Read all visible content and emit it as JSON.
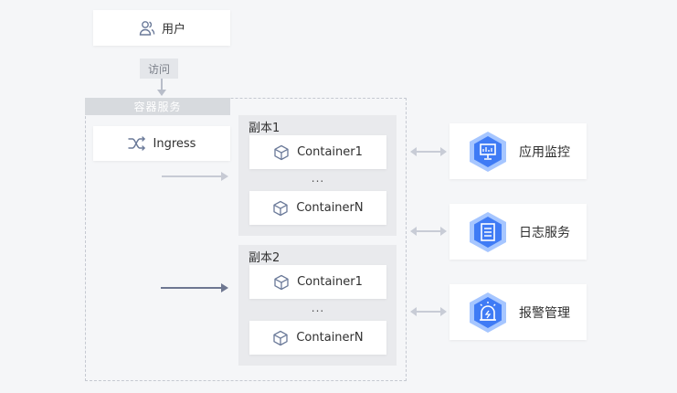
{
  "user": {
    "label": "用户",
    "icon": "users-icon"
  },
  "edge_visit": {
    "label": "访问"
  },
  "service": {
    "title": "容器服务",
    "ingress": {
      "label": "Ingress",
      "icon": "shuffle-icon"
    },
    "replicas": [
      {
        "label": "副本1",
        "containers": [
          "Container1",
          "ContainerN"
        ],
        "ellipsis": "..."
      },
      {
        "label": "副本2",
        "containers": [
          "Container1",
          "ContainerN"
        ],
        "ellipsis": "..."
      }
    ]
  },
  "services_right": [
    {
      "label": "应用监控",
      "icon": "monitor-icon"
    },
    {
      "label": "日志服务",
      "icon": "log-list-icon"
    },
    {
      "label": "报警管理",
      "icon": "alarm-icon"
    }
  ],
  "colors": {
    "accent": "#3f7bf5",
    "hex_light": "#a6c6ff",
    "arrow_dark": "#6e7791",
    "arrow_light": "#c8ccd6"
  }
}
